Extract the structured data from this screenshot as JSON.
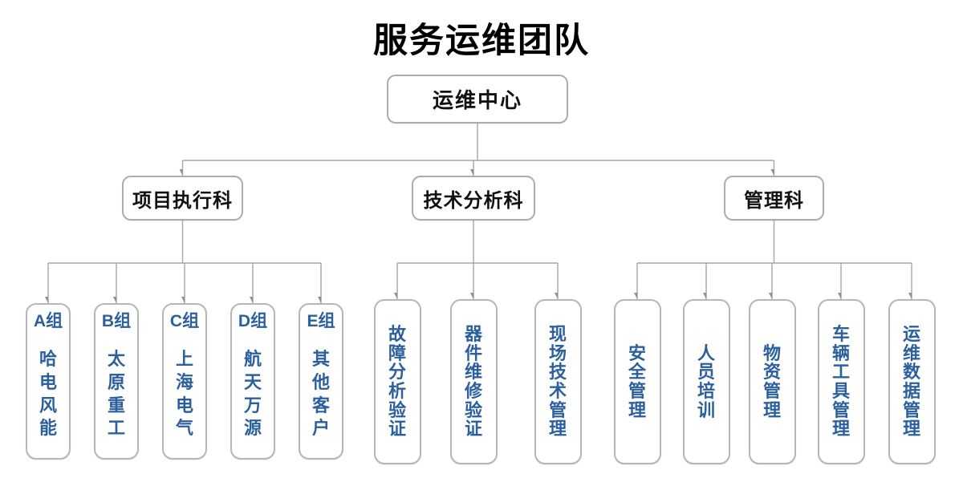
{
  "title": "服务运维团队",
  "root": {
    "label": "运维中心"
  },
  "departments": [
    {
      "label": "项目执行科",
      "children": [
        {
          "group": "A组",
          "name": "哈电风能"
        },
        {
          "group": "B组",
          "name": "太原重工"
        },
        {
          "group": "C组",
          "name": "上海电气"
        },
        {
          "group": "D组",
          "name": "航天万源"
        },
        {
          "group": "E组",
          "name": "其他客户"
        }
      ]
    },
    {
      "label": "技术分析科",
      "children": [
        {
          "name": "故障分析验证"
        },
        {
          "name": "器件维修验证"
        },
        {
          "name": "现场技术管理"
        }
      ]
    },
    {
      "label": "管理科",
      "children": [
        {
          "name": "安全管理"
        },
        {
          "name": "人员培训"
        },
        {
          "name": "物资管理"
        },
        {
          "name": "车辆工具管理"
        },
        {
          "name": "运维数据管理"
        }
      ]
    }
  ],
  "colors": {
    "leaf_text": "#2b5f9e",
    "node_text": "#111111",
    "line": "#a6a6a6",
    "arrow": "#8f8f8f",
    "box_border": "#acacac",
    "leaf_border": "#b6b6b6",
    "background": "#ffffff"
  }
}
